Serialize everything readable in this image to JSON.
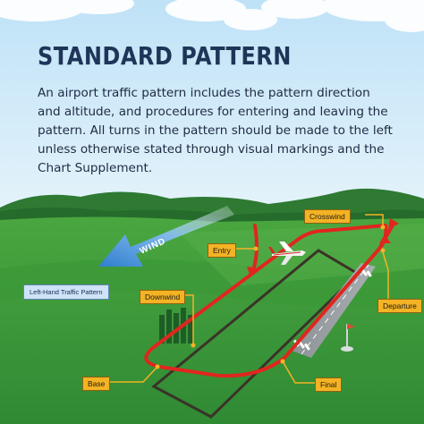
{
  "title": "STANDARD PATTERN",
  "description": "An airport traffic pattern includes the pattern direction and altitude, and procedures for entering and leaving the pattern. All turns in the pattern should be made to the left unless otherwise stated through visual markings and the Chart Supplement.",
  "wind_label": "WIND",
  "legend_label": "Left-Hand Traffic Pattern",
  "callouts": {
    "crosswind": "Crosswind",
    "entry": "Entry",
    "downwind": "Downwind",
    "departure": "Departure",
    "base": "Base",
    "final": "Final"
  },
  "colors": {
    "title": "#1f3558",
    "pattern_path": "#e0261f",
    "callout_fill": "#f4b324",
    "grass": "#3f9a3a",
    "sky": "#cfe9f8",
    "wind_arrow": "#3f8fd8"
  }
}
